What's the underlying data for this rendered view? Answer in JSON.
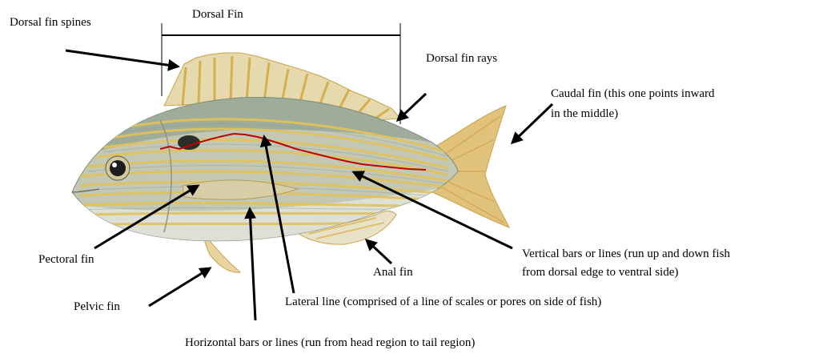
{
  "labels": {
    "dorsal_fin_spines": "Dorsal fin spines",
    "dorsal_fin": "Dorsal Fin",
    "dorsal_fin_rays": "Dorsal fin rays",
    "caudal_fin_line1": "Caudal fin (this one points inward",
    "caudal_fin_line2": "in the middle)",
    "pectoral_fin": "Pectoral fin",
    "anal_fin": "Anal fin",
    "vertical_bars_line1": "Vertical bars or lines (run up and down fish",
    "vertical_bars_line2": "from dorsal edge to ventral side)",
    "lateral_line": "Lateral line (comprised of a line of scales or pores on side of fish)",
    "pelvic_fin": "Pelvic fin",
    "horizontal_bars": "Horizontal bars or lines (run from head region to tail region)"
  },
  "colors": {
    "body": "#b9c2a8",
    "back": "#7f9684",
    "belly": "#dde0d4",
    "stripe": "#e2c25a",
    "fin": "#e7d9ae",
    "fin_ray": "#c9a24b",
    "lateral_line": "#c00000",
    "arrow": "#000000"
  }
}
